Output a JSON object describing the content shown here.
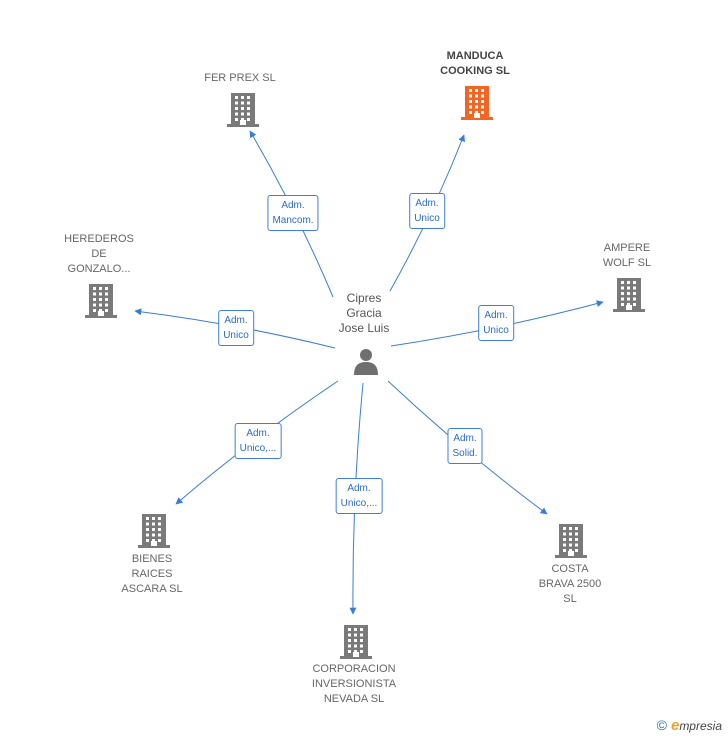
{
  "center": {
    "label": "Cipres\nGracia\nJose Luis",
    "icon": "person-icon"
  },
  "colors": {
    "edge": "#3a7dd6",
    "building": "#7a7a7a",
    "building_main": "#f26522"
  },
  "companies": [
    {
      "id": "fer-prex",
      "label": "FER PREX  SL",
      "main": false,
      "relation": "Adm.\nMancom."
    },
    {
      "id": "manduca-cooking",
      "label": "MANDUCA\nCOOKING  SL",
      "main": true,
      "relation": "Adm.\nUnico"
    },
    {
      "id": "herederos",
      "label": "HEREDEROS\nDE\nGONZALO...",
      "main": false,
      "relation": "Adm.\nUnico"
    },
    {
      "id": "ampere-wolf",
      "label": "AMPERE\nWOLF SL",
      "main": false,
      "relation": "Adm.\nUnico"
    },
    {
      "id": "bienes-raices",
      "label": "BIENES\nRAICES\nASCARA  SL",
      "main": false,
      "relation": "Adm.\nUnico,..."
    },
    {
      "id": "corporacion",
      "label": "CORPORACION\nINVERSIONISTA\nNEVADA SL",
      "main": false,
      "relation": "Adm.\nUnico,..."
    },
    {
      "id": "costa-brava",
      "label": "COSTA\nBRAVA 2500\nSL",
      "main": false,
      "relation": "Adm.\nSolid."
    }
  ],
  "footer": {
    "copyright": "©",
    "brand_initial": "e",
    "brand_rest": "mpresia"
  }
}
